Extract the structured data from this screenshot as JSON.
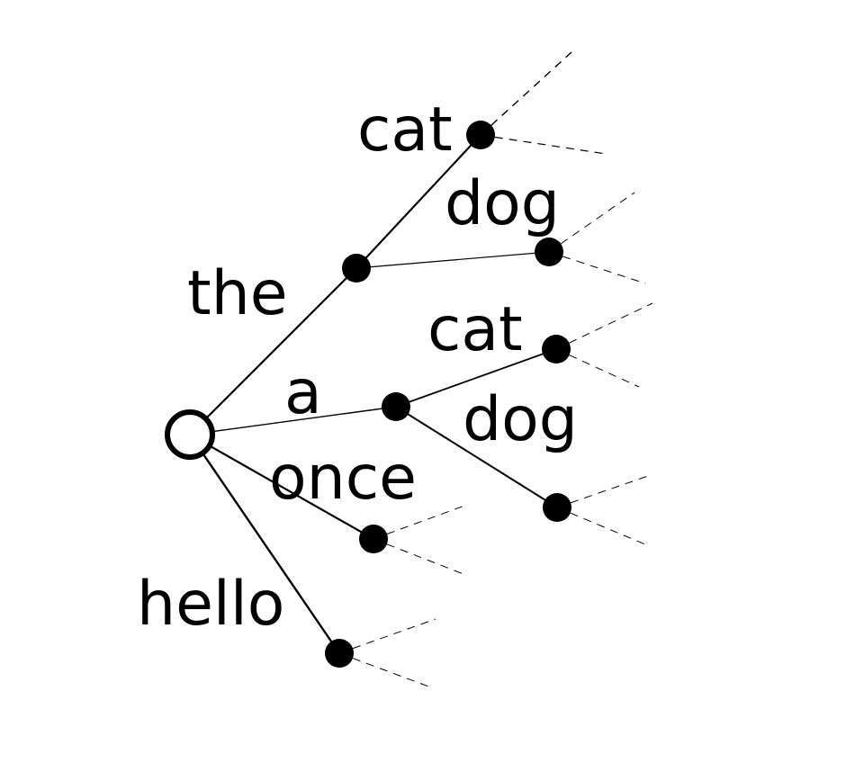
{
  "diagram": {
    "root": {
      "id": "root",
      "children": [
        {
          "id": "the",
          "token": "the",
          "children": [
            {
              "id": "the-cat",
              "token": "cat",
              "continues": true
            },
            {
              "id": "the-dog",
              "token": "dog",
              "continues": true
            }
          ]
        },
        {
          "id": "a",
          "token": "a",
          "children": [
            {
              "id": "a-cat",
              "token": "cat",
              "continues": true
            },
            {
              "id": "a-dog",
              "token": "dog",
              "continues": true
            }
          ]
        },
        {
          "id": "once",
          "token": "once",
          "continues": true
        },
        {
          "id": "hello",
          "token": "hello",
          "continues": true
        }
      ]
    }
  }
}
